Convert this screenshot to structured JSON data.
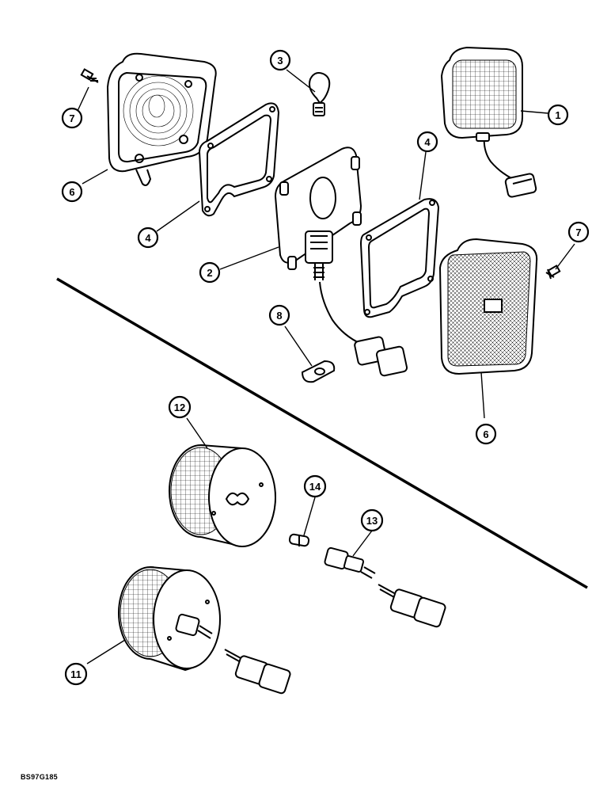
{
  "callouts": [
    "1",
    "2",
    "3",
    "4",
    "4",
    "6",
    "6",
    "7",
    "7",
    "8",
    "11",
    "12",
    "13",
    "14"
  ],
  "reference_code": "BS97G185"
}
